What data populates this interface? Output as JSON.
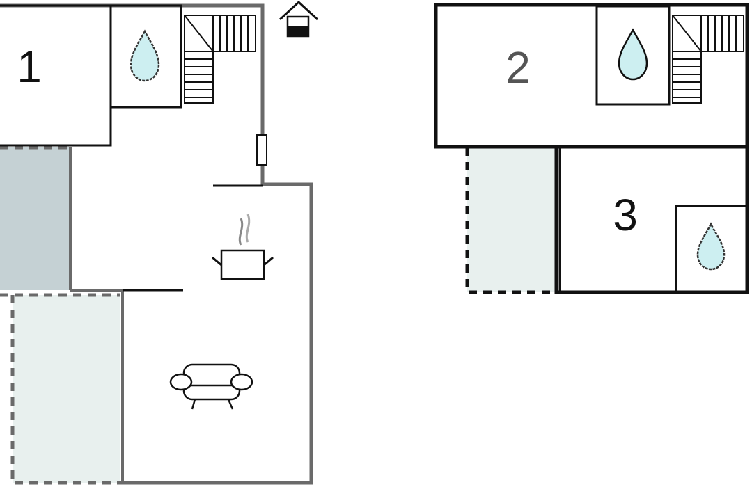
{
  "floor_plan": {
    "rooms": [
      {
        "label": "1",
        "type": "bedroom"
      },
      {
        "label": "2",
        "type": "bedroom"
      },
      {
        "label": "3",
        "type": "bedroom"
      }
    ],
    "icons": [
      "water-drop-icon",
      "staircase-icon",
      "house-entrance-icon",
      "cooking-pot-icon",
      "armchair-icon",
      "door-icon"
    ],
    "colors": {
      "wall_dark": "#111111",
      "wall_gray": "#6a6a6a",
      "terrace_fill": "#e8f0ee",
      "covered_fill": "#c5d1d4",
      "water": "#cdeff1"
    }
  }
}
